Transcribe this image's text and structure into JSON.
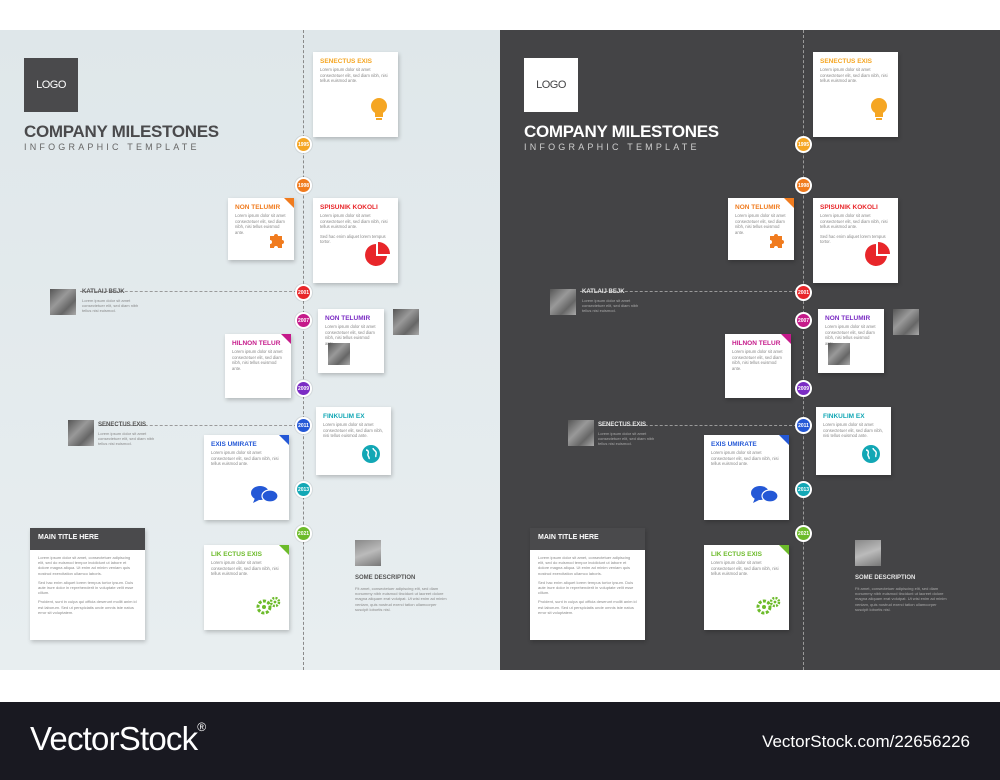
{
  "template": {
    "logo": "LOGO",
    "title": "COMPANY MILESTONES",
    "subtitle": "INFOGRAPHIC TEMPLATE",
    "lorem_short": "Lorem ipsum dolor sit amet consectetuer elit, sed diam nibh, nisi tellus euismod ante.",
    "lorem_short2": "Sed hac enim aliquet lorem tempus tortor.",
    "years": [
      {
        "label": "1995",
        "color": "#f5a623"
      },
      {
        "label": "1998",
        "color": "#f07b1e"
      },
      {
        "label": "2001",
        "color": "#e8262a"
      },
      {
        "label": "2007",
        "color": "#c51a8a"
      },
      {
        "label": "2009",
        "color": "#7b2cc4"
      },
      {
        "label": "2011",
        "color": "#2458d6"
      },
      {
        "label": "2013",
        "color": "#12a7b5"
      },
      {
        "label": "2021",
        "color": "#6cbb2a"
      }
    ],
    "cards": {
      "senectus": {
        "title": "SENECTUS EXIS",
        "color": "#f5a623"
      },
      "non1": {
        "title": "NON TELUMIR",
        "color": "#f07b1e"
      },
      "spisunik": {
        "title": "SPISUNIK KOKOLI",
        "color": "#e8262a"
      },
      "non2": {
        "title": "NON TELUMIR",
        "color": "#7b2cc4"
      },
      "hilnon": {
        "title": "HILNON TELUR",
        "color": "#c51a8a"
      },
      "finkulim": {
        "title": "FINKULIM EX",
        "color": "#12a7b5"
      },
      "exis": {
        "title": "EXIS UMIRATE",
        "color": "#2458d6"
      },
      "likectus": {
        "title": "LIK ECTUS EXIS",
        "color": "#6cbb2a"
      }
    },
    "side": {
      "katlaij": "KATLAIJ BEJK",
      "senectus2": "SENECTUS EXIS",
      "side_body": "Lorem ipsum dolor sit amet consectetuer elit, sed diam nibh tellus nisi euismod."
    },
    "main_box": {
      "title": "MAIN TITLE HERE",
      "p1": "Lorem ipsum dolor sit amet, consectetuer adipiscing elit, sed do euismod tempor incididunt ut labore et dolore magna aliqua. Ut enim ad minim veniam quis nostrud exercitation ullamco laboris.",
      "p2": "Sed hac enim aliquet lorem tempus tortor ipsum. Duis aute irure dolor in reprehenderit in voluptate velit esse cillum.",
      "p3": "Proident, sunt in culpa qui officia deserunt mollit anim id est laborum. Sed ut perspiciatis unde omnis iste natus error sit voluptatem."
    },
    "desc": {
      "title": "SOME DESCRIPTION",
      "body": "Fit amet, consectetuer adipiscing elit, sed diam nonummy nibh euismod tincidunt ut laoreet dolore magna aliquam erat volutpat. Ut wisi enim ad minim veniam, quis nostrud exerci tation ullamcorper suscipit lobortis nisl."
    }
  },
  "footer": {
    "brand": "VectorStock",
    "brand_mark": "®",
    "image_id": "VectorStock.com/22656226"
  },
  "colors": {
    "light_bg": "#e3eaec",
    "dark_bg": "#444446",
    "footer_bg": "#191921"
  }
}
